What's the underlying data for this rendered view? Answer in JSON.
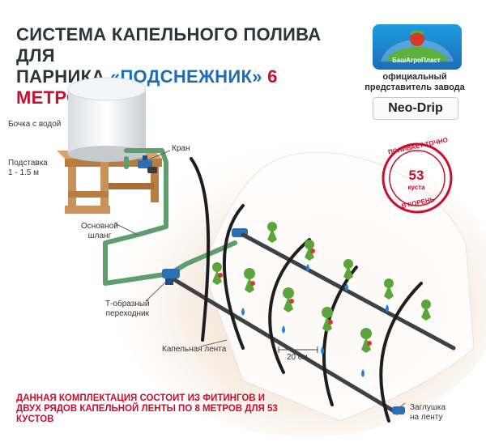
{
  "title": {
    "line1": "СИСТЕМА КАПЕЛЬНОГО ПОЛИВА ДЛЯ",
    "line2_start": "ПАРНИКА ",
    "line2_brand": "«ПОДСНЕЖНИК»",
    "line2_end": " 6 МЕТРОВ"
  },
  "logo": {
    "brand": "БашАгроПласт",
    "representative": "официальный представитель завода",
    "partner": "Neo-Drip"
  },
  "stamp": {
    "top": "ПОЛИВАЕТ ТОЧНО",
    "number": "53",
    "unit": "куста",
    "bottom": "В КОРЕНЬ"
  },
  "labels": {
    "barrel": "Бочка с водой",
    "stand": "Подставка\n1 - 1.5 м",
    "tap": "Кран",
    "main_hose": "Основной\nшланг",
    "tee": "Т-образный\nпереходник",
    "drip_tape": "Капельная лента",
    "spacing": "20 см",
    "plug": "Заглушка\nна ленту"
  },
  "note": "ДАННАЯ КОМПЛЕКТАЦИЯ СОСТОИТ ИЗ ФИТИНГОВ И ДВУХ РЯДОВ КАПЕЛЬНОЙ ЛЕНТЫ ПО 8 МЕТРОВ ДЛЯ 53 КУСТОВ",
  "colors": {
    "title_dark": "#2e3338",
    "title_blue": "#1b6db8",
    "accent_red": "#c8102e",
    "hose_green": "#5e9e6e",
    "wood": "#c8925a",
    "logo_blue": "#2a7bc4",
    "logo_green": "#5cb03c",
    "drop_blue": "#2b7fd4",
    "plant_green": "#5aa63a"
  }
}
